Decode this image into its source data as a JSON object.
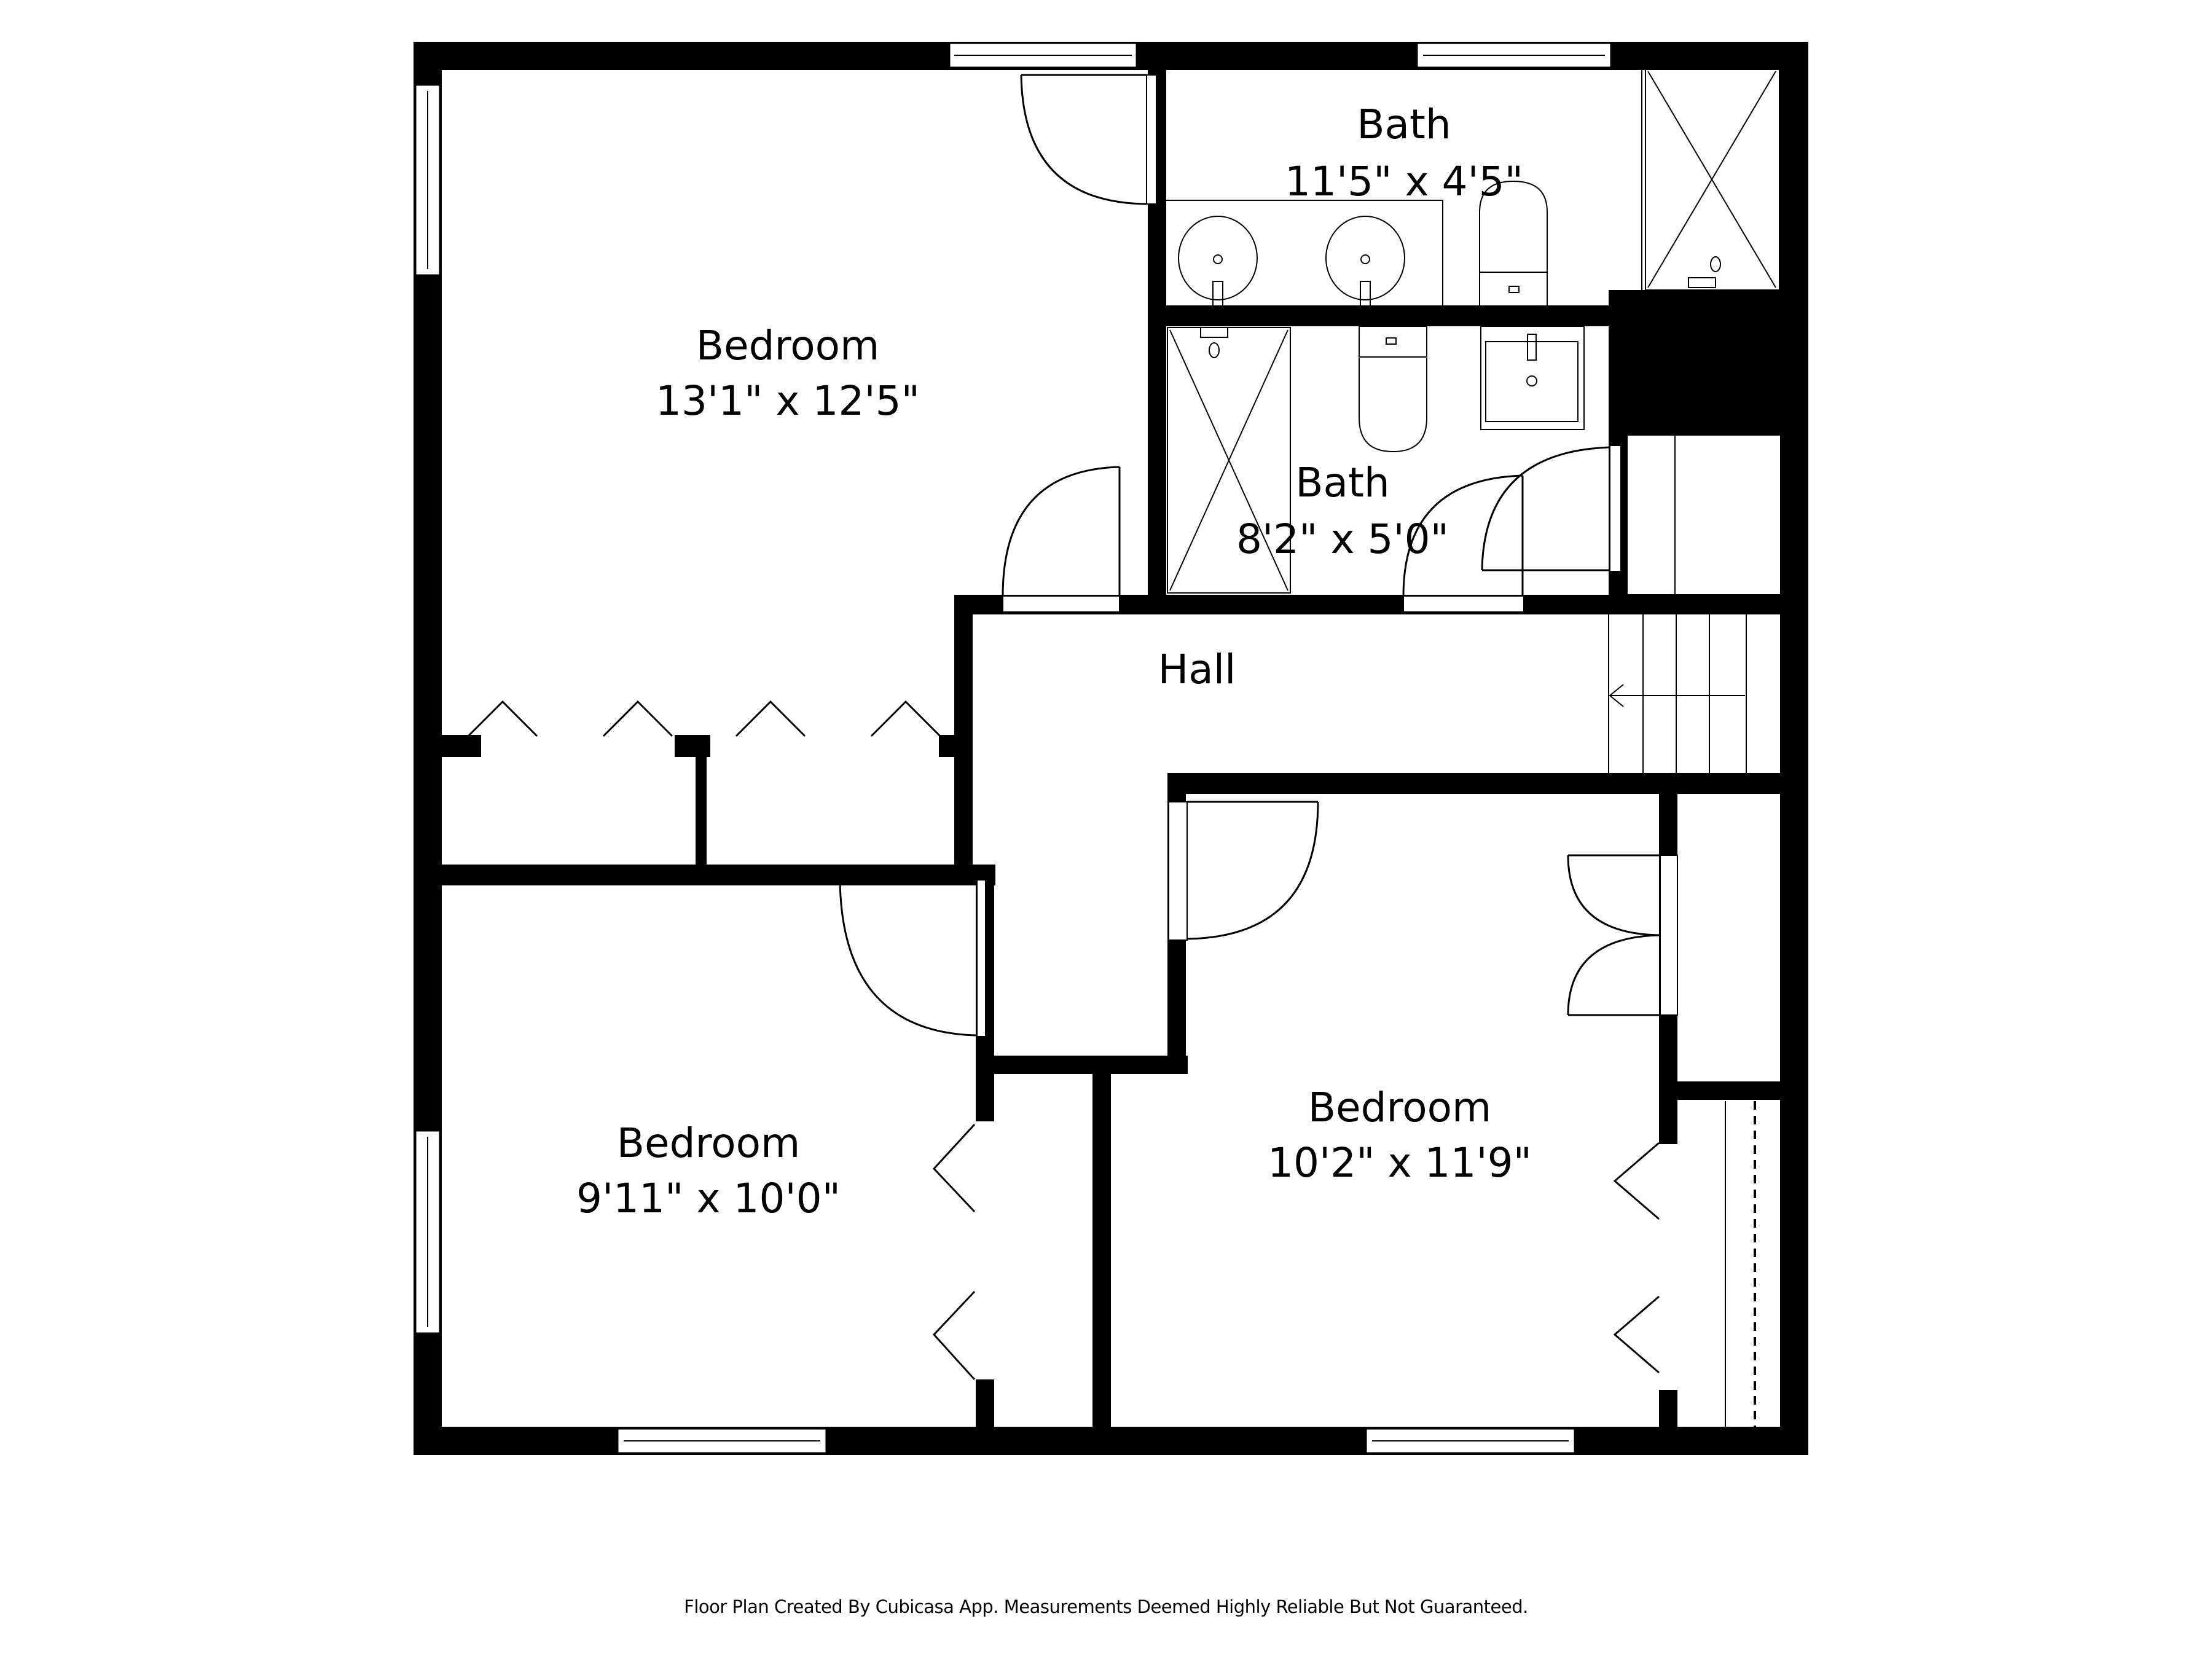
{
  "plan": {
    "rooms": [
      {
        "name": "Bedroom",
        "dimensions": "13'1\" x 12'5\""
      },
      {
        "name": "Bath",
        "dimensions": "11'5\" x 4'5\""
      },
      {
        "name": "Bath",
        "dimensions": "8'2\" x 5'0\""
      },
      {
        "name": "Hall",
        "dimensions": ""
      },
      {
        "name": "Bedroom",
        "dimensions": "9'11\" x 10'0\""
      },
      {
        "name": "Bedroom",
        "dimensions": "10'2\" x 11'9\""
      }
    ],
    "colors": {
      "wall": "#000000",
      "background": "#ffffff"
    }
  },
  "footer": {
    "disclaimer": "Floor Plan Created By Cubicasa App. Measurements Deemed Highly Reliable But Not Guaranteed."
  }
}
